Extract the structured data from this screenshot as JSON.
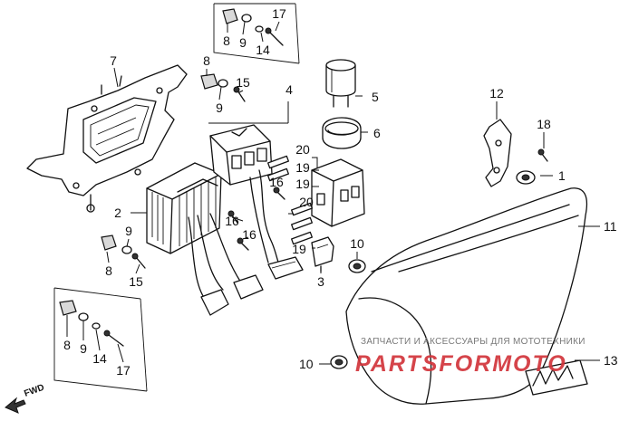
{
  "callouts": {
    "c1": "1",
    "c2": "2",
    "c3": "3",
    "c4": "4",
    "c5": "5",
    "c6": "6",
    "c7": "7",
    "c8a": "8",
    "c8b": "8",
    "c8c": "8",
    "c8d": "8",
    "c9a": "9",
    "c9b": "9",
    "c9c": "9",
    "c9d": "9",
    "c10a": "10",
    "c10b": "10",
    "c11": "11",
    "c12": "12",
    "c13": "13",
    "c14a": "14",
    "c14b": "14",
    "c15a": "15",
    "c15b": "15",
    "c16a": "16",
    "c16b": "16",
    "c16c": "16",
    "c17a": "17",
    "c17b": "17",
    "c18": "18",
    "c19a": "19",
    "c19b": "19",
    "c19c": "19",
    "c20a": "20",
    "c20b": "20"
  },
  "direction_label": "FWD",
  "watermark": {
    "caption": "ЗАПЧАСТИ И АКСЕССУАРЫ ДЛЯ МОТОТЕХНИКИ",
    "brand": "PARTSFORMOTO"
  },
  "colors": {
    "watermark_brand": "#d2353b",
    "line": "#111111"
  }
}
